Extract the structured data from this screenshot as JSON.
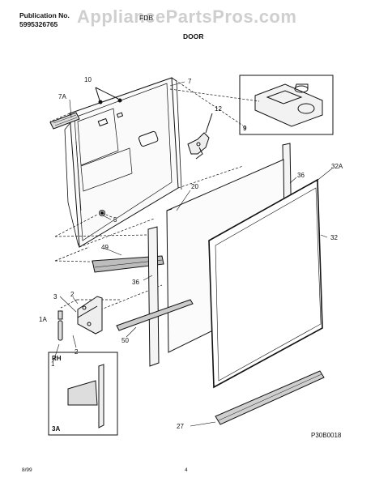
{
  "header": {
    "publication_label": "Publication No.",
    "publication_number": "5995326765",
    "model": "FDB",
    "section_title": "DOOR",
    "watermark": "AppliancePartsPros.com"
  },
  "callouts": {
    "c10": "10",
    "c7": "7",
    "c7a": "7A",
    "c12": "12",
    "c9": "9",
    "c20": "20",
    "c36a": "36",
    "c32a": "32A",
    "c32": "32",
    "c5": "5",
    "c49": "49",
    "c36b": "36",
    "c3": "3",
    "c2a": "2",
    "c1a": "1A",
    "c50": "50",
    "c2b": "2",
    "c1": "1",
    "rh": "RH",
    "c3a": "3A",
    "c27": "27",
    "figure_code": "P30B0018"
  },
  "footer": {
    "date": "8/99",
    "page_number": "4"
  }
}
